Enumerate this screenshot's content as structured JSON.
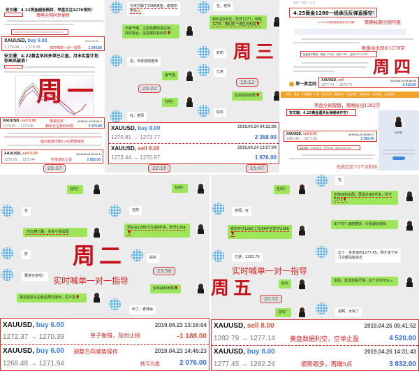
{
  "monday": {
    "title1": "安文珊：4.22黄金超低陷阱，早盘关注1276得失！",
    "anno1": "策略全网同步更新",
    "title2": "安文珊：4.22黄金早间多单已止盈，月末实盘计划你来风破浪！",
    "day": "周一",
    "trades": [
      {
        "symbol": "XAUUSD,",
        "side": "buy 6.00",
        "date": "2019.04.22 ...",
        "prices": "1 276.84 → 1 279.08",
        "profit": "1 344.00",
        "anno": "实时喊单一对一指导"
      },
      {
        "symbol": "XAUUSD,",
        "side": "sell 5.00",
        "date": "2019.04.22 05:22:1",
        "prices": "1279.29 → 1274.35",
        "profit": "2 470.00",
        "anno": "隔夜空单",
        "anno2": "剩余仓位获利出局"
      },
      {
        "symbol": "XAUUSD,",
        "side": "sell 5.00",
        "date": "2019.04.22 05:22:5",
        "prices": "1279.29 → 1275.44",
        "profit": "1 925.00",
        "anno": "空单减仓止盈"
      }
    ],
    "anno_hint": "提示欧盘不破1280顺势做空",
    "time": "20:37"
  },
  "wednesday": {
    "day": "周三",
    "messages": [
      "今天又赚了2368美金，谢谢你老师🙏",
      "不客气哦，之前也跟你说过吧，好好配合，还是很好获利的🌹",
      "恩，非常感谢老师",
      "客气啦",
      "在吗？",
      "在，老师",
      "在，老师",
      "现价进8手空，防守1277，目标1270，咱们抓一波区间利润🌹",
      "好的",
      "已进",
      "空单获利出局🌹",
      "好的"
    ],
    "times": [
      "20:22",
      "15:12",
      "22:16",
      "15:47"
    ],
    "trades": [
      {
        "symbol": "XAUUSD,",
        "side": "buy 8.00",
        "date": "2019.04.24 04:22:06",
        "prices": "1270.81 → 1273.77",
        "profit": "2 368.00"
      },
      {
        "symbol": "XAUUSD,",
        "side": "sell 8.00",
        "date": "2019.04.24 13:57:04",
        "prices": "1273.44 → 1270.97",
        "profit": "1 976.00"
      }
    ]
  },
  "thursday": {
    "breadcrumb": "首页 > 导航 > 正文",
    "title1": "4.25黄金1280一线承压反弹直接空！",
    "anno_title": "策略标题全网可查",
    "live_link": ">>24小时黄金直播 黄金分析讲解",
    "anno_eu": "欧盘给出现价1278空",
    "eu_strategy": "欧盘操作思路：黄金1278空，目标1282，目标1271/1270",
    "day": "周四",
    "logo": "第一黄金网",
    "nav": [
      "首页",
      "黄金",
      "产品数据",
      "行情",
      "财经日历",
      "数据中心",
      "黄金学院",
      "国际黄金",
      "专家团队",
      "会员服务"
    ],
    "anno_us": "美盘全网提醒，策略给出1282空",
    "title2": "安文珊：4.25黄金遇多反弹继续开空！",
    "us_strategy": "美盘策略：1282附近空，防守1286，目标1278/1276",
    "anno_profit": "也说过至少5个点利润",
    "profile_name": "安文珊",
    "trades": [
      {
        "symbol": "XAUUSD,",
        "side": "sell",
        "date": "2019.04.25 09:08:50",
        "prices": "1277.74 → 1275.73",
        "profit": "2 010.00"
      },
      {
        "symbol": "XAUUSD,",
        "side": "sell 6.00",
        "date": "2019.04.25 15:50:27",
        "prices": "1281.40 → 1277.93",
        "profit": "2 082.00"
      }
    ]
  },
  "tuesday": {
    "day": "周二",
    "anno": "实时喊单一对一指导",
    "messages": [
      "在吗？",
      "在",
      "70支撑已破，多单小损出局",
      "好",
      "要进空单吗？",
      "等这波空头企稳后再行操作，先不急🌹",
      "在吗？",
      "在的",
      "现在在1268下方进8手多，防守1264🌹",
      "好的",
      "多单获利出局🌹",
      "出了，老师😄"
    ],
    "time": "23:58",
    "trades": [
      {
        "symbol": "XAUUSD,",
        "side": "buy 6.00",
        "date": "2019.04.23 13:16:04",
        "prices": "1272.37 → 1270.39",
        "profit": "-1 188.00",
        "anno": "单子做错，及时止损"
      },
      {
        "symbol": "XAUUSD,",
        "side": "buy 6.00",
        "date": "2019.04.23 14:45:23",
        "prices": "1268.48 → 1271.94",
        "profit": "2 076.00",
        "anno": "调整方向顺势操作",
        "anno2": "转亏为盈"
      }
    ]
  },
  "friday": {
    "day": "周五",
    "anno": "实时喊单一对一指导",
    "messages": [
      "在",
      "在吗？",
      "老师，在",
      "现在可在1282上方进8手空防守1286🌹",
      "已进，1282.79",
      "好的",
      "在吗？",
      "空单获利出局，再现价进8手多，防守1272🌹",
      "出了吗？速度要快，行情波动很快",
      "出了，多单进的1277.45，刚才进了好几次都没能进去",
      "恩恩，急涨急跌行情，这个点位可以☕",
      "是啊，太快了"
    ],
    "time": "20:32",
    "trades": [
      {
        "symbol": "XAUUSD,",
        "side": "sell 8.00",
        "date": "2019.04.26 09:41:52",
        "prices": "1282.79 → 1277.14",
        "profit": "4 520.00",
        "anno": "美盘数据利空，空单止盈"
      },
      {
        "symbol": "XAUUSD,",
        "side": "buy 8.00",
        "date": "2019.04.26 14:31:43",
        "prices": "1277.45 → 1282.24",
        "profit": "3 832.00",
        "anno": "顺势跟多，再赚5点"
      }
    ]
  },
  "colors": {
    "buy": "#3b7ff0",
    "sell": "#e2503a",
    "profit": "#2f6de0",
    "annotation": "#d62020",
    "chat_me": "#9de55a"
  }
}
